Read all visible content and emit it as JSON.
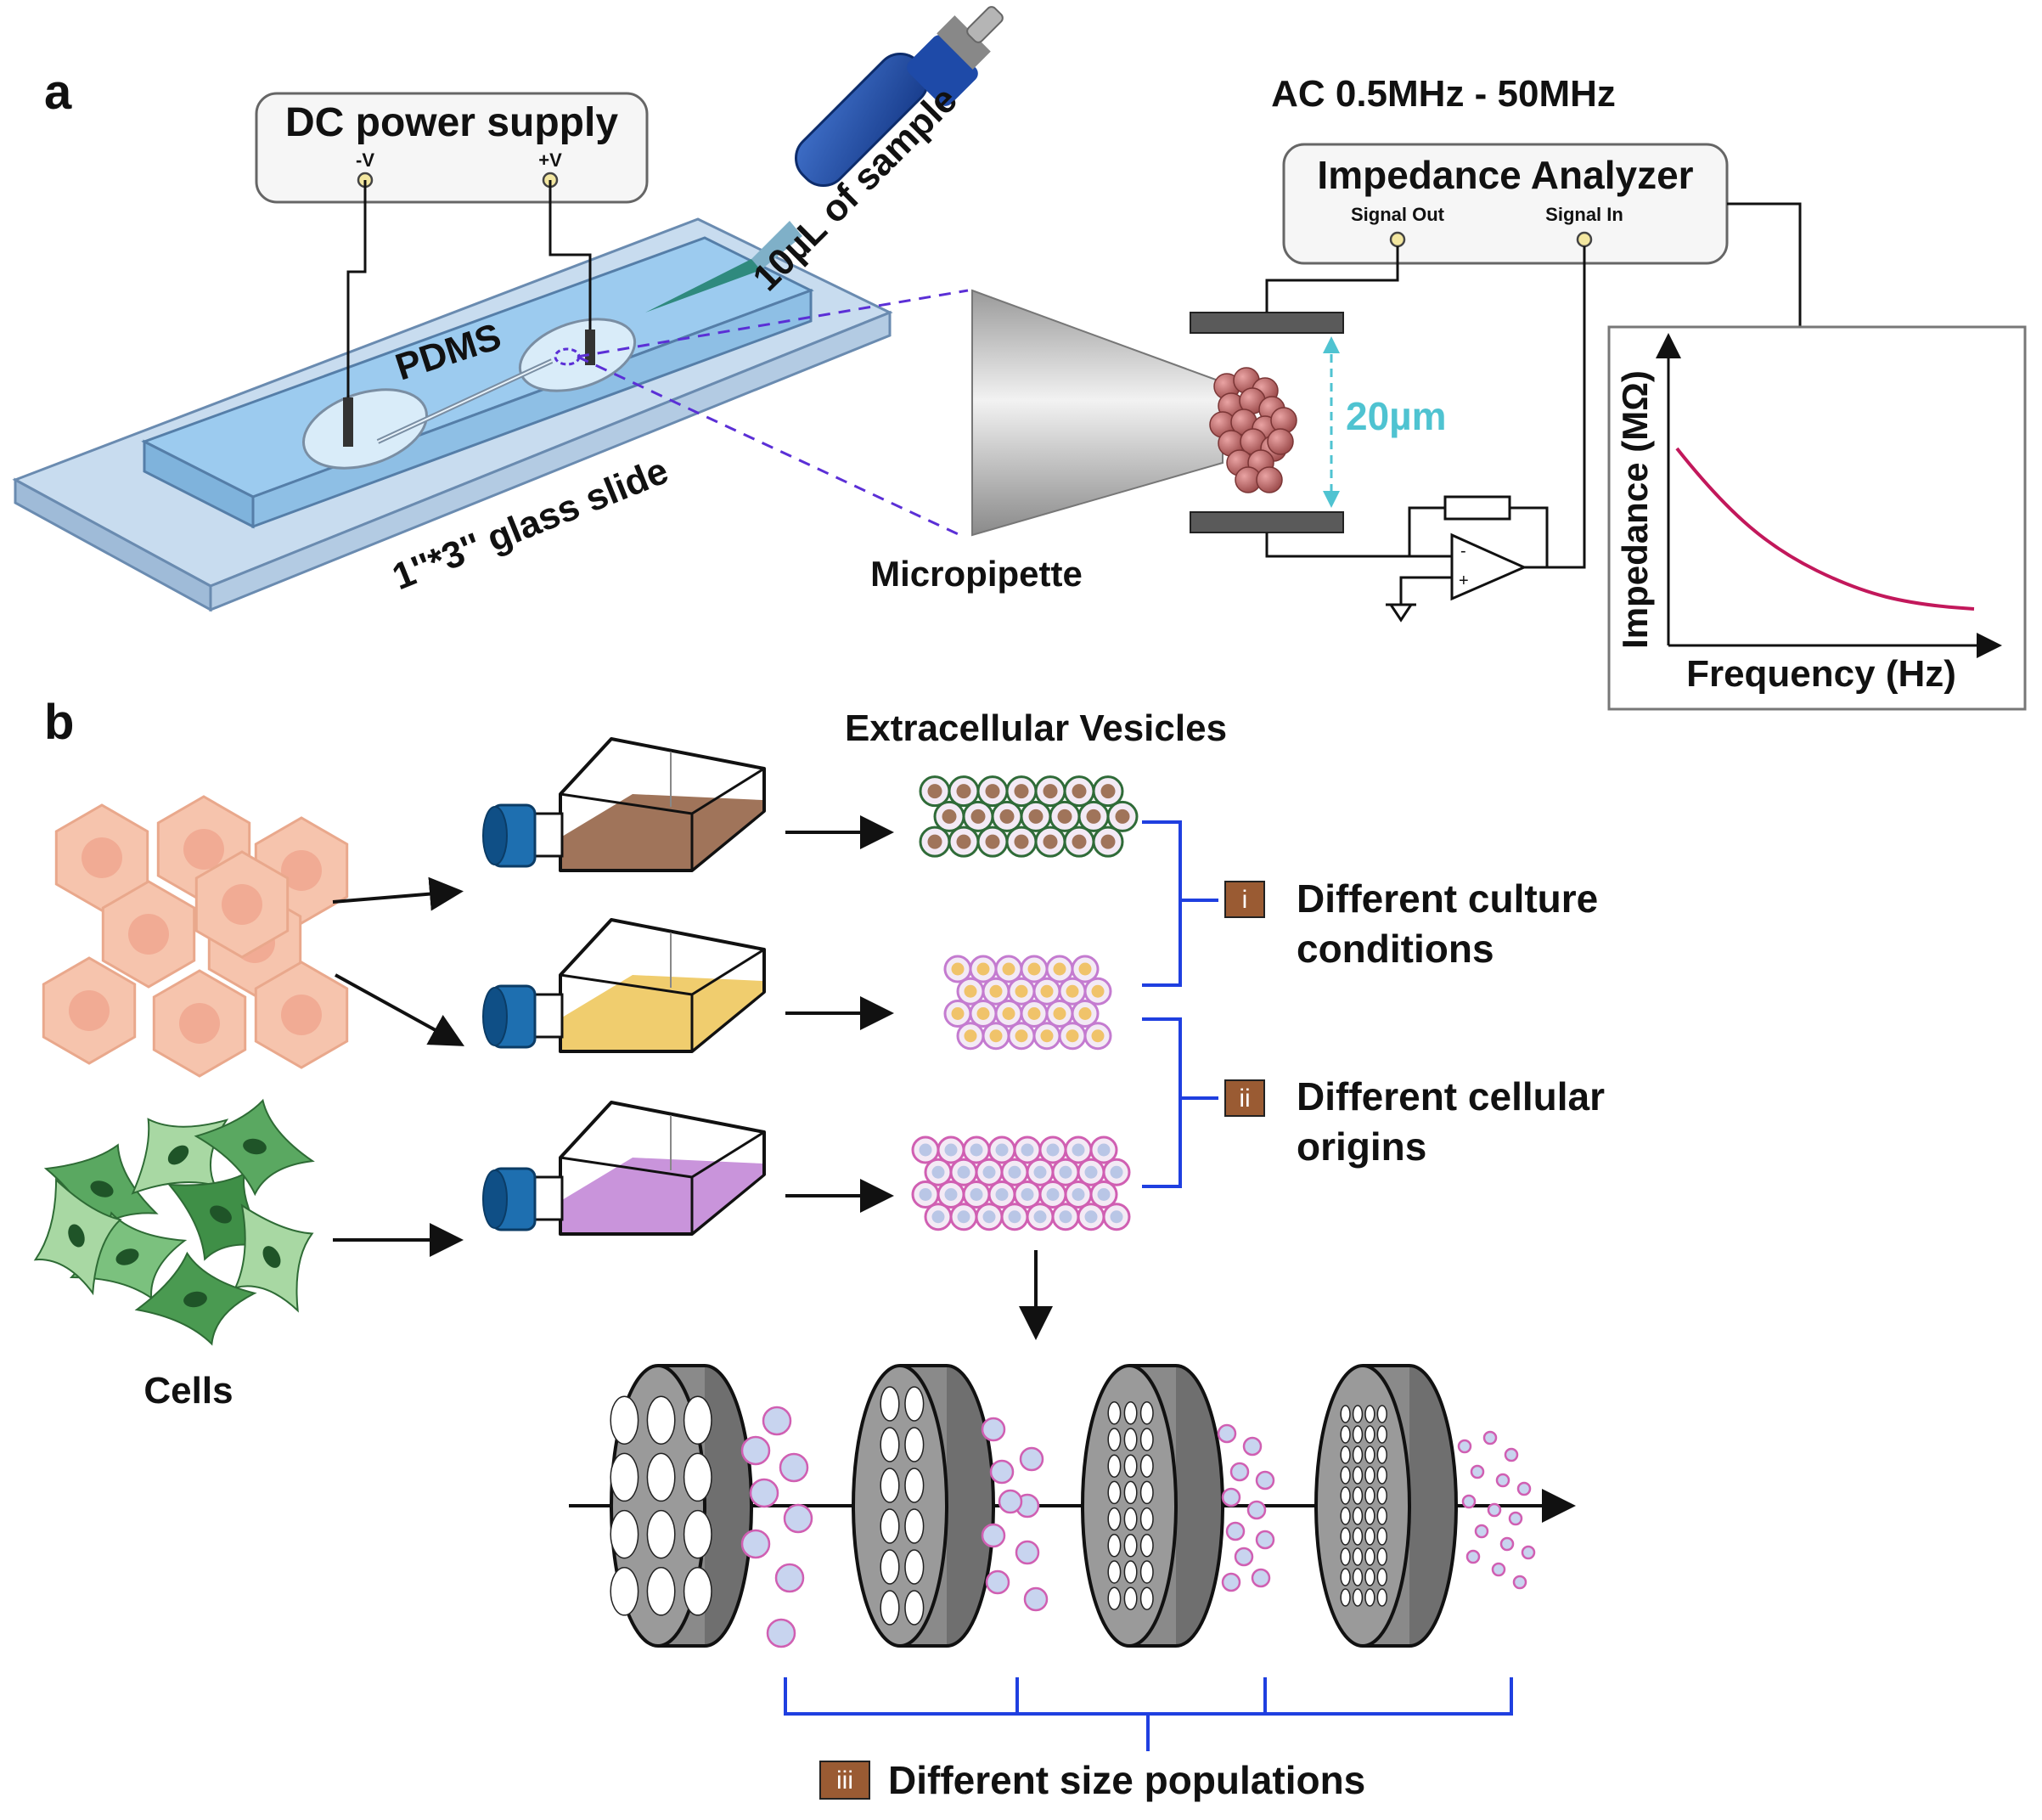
{
  "panel_a": {
    "panel_letter": "a",
    "dc_supply": {
      "title": "DC power supply",
      "neg": "-V",
      "pos": "+V"
    },
    "sample_label": "10µL of sample",
    "pdms_label": "PDMS",
    "slide_label": "1''*3'' glass slide",
    "ac_range": "AC 0.5MHz - 50MHz",
    "analyzer": {
      "title": "Impedance Analyzer",
      "signal_out": "Signal Out",
      "signal_in": "Signal In"
    },
    "gap_label": "20µm",
    "pipette_label": "Micropipette",
    "plot": {
      "ylabel": "Impedance (MΩ)",
      "xlabel": "Frequency (Hz)",
      "curve_color": "#c2185b"
    }
  },
  "panel_b": {
    "panel_letter": "b",
    "ev_title": "Extracellular Vesicles",
    "cells_label": "Cells",
    "flask_colors": [
      "#a0745a",
      "#f0cd6e",
      "#c994db"
    ],
    "groups": [
      {
        "numeral": "i",
        "label_line1": "Different culture",
        "label_line2": "conditions"
      },
      {
        "numeral": "ii",
        "label_line1": "Different cellular",
        "label_line2": "origins"
      },
      {
        "numeral": "iii",
        "label": "Different size populations"
      }
    ],
    "badge_color": "#9a5b33",
    "bracket_color": "#1f3fe0"
  }
}
